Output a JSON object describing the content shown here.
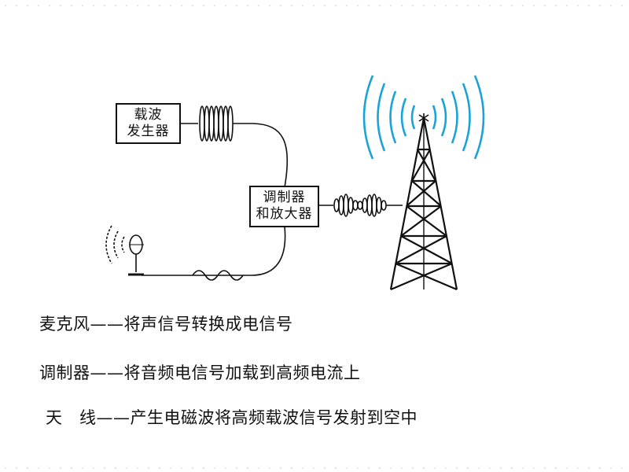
{
  "diagram": {
    "carrier_generator": {
      "line1": "载波",
      "line2": "发生器"
    },
    "modulator_amplifier": {
      "line1": "调制器",
      "line2": "和放大器"
    },
    "colors": {
      "waves": "#1aa3d9",
      "lines": "#111111"
    },
    "icons": [
      "microphone-icon",
      "antenna-tower-icon",
      "radio-wave-icon"
    ]
  },
  "captions": [
    {
      "term": "麦克风",
      "dash": "——",
      "desc": "将声信号转换成电信号"
    },
    {
      "term": "调制器",
      "dash": "——",
      "desc": "将音频电信号加载到高频电流上"
    },
    {
      "term": "天　线",
      "dash": "——",
      "desc": "产生电磁波将高频载波信号发射到空中"
    }
  ]
}
